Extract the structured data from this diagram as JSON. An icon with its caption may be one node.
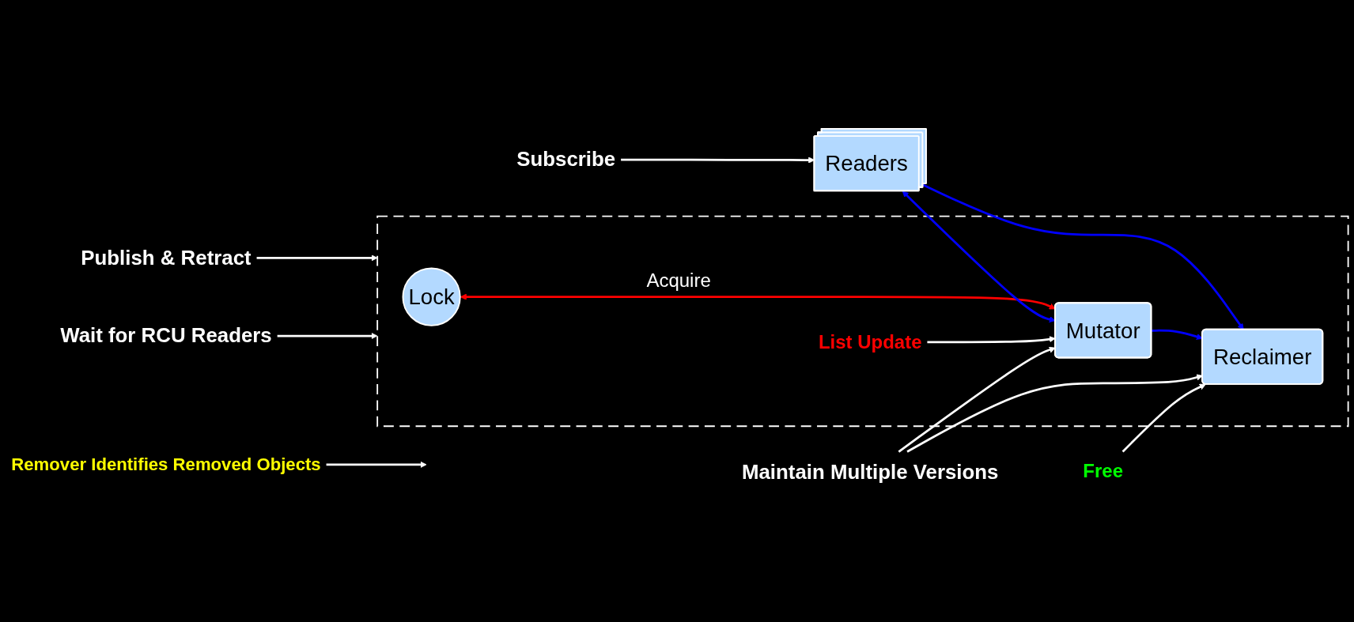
{
  "diagram": {
    "nodes": [
      {
        "text": [],
        "shape": "box"
      },
      {
        "text": [
          "Lock"
        ],
        "in": 0
      },
      {
        "text": [
          "Mutator"
        ],
        "in": 0
      },
      {
        "text": [
          "Reclaimer"
        ],
        "in": 0
      },
      {
        "text": [
          "Readers"
        ]
      },
      {
        "text": [
          "Subscribe"
        ]
      },
      {
        "text": [
          "Publish & Retract"
        ]
      },
      {
        "text": [
          "Wait for RCU Readers"
        ]
      },
      {
        "text": [
          "Remover Identifies Removed Objects"
        ]
      },
      {
        "text": [
          "List Update"
        ],
        "in": 0
      },
      {
        "text": [
          "Maintain Multiple Versions"
        ]
      },
      {
        "text": [
          "Free"
        ]
      }
    ],
    "edges": [
      {
        "from": 1,
        "to": 2,
        "arrow": "both",
        "label": "Acquire",
        "color": "#ff0000"
      },
      {
        "from": 4,
        "to": 2,
        "arrow": "both",
        "color": "#0000ff"
      },
      {
        "from": 4,
        "to": 3,
        "arrow": "to",
        "color": "#0000ff"
      },
      {
        "from": 2,
        "to": 3,
        "arrow": "to",
        "color": "#0000ff"
      },
      {
        "from": 5,
        "to": 4,
        "arrow": "to"
      },
      {
        "from": 6,
        "to": 0,
        "arrow": "to"
      },
      {
        "from": 7,
        "to": 0,
        "arrow": "to"
      },
      {
        "from": 8,
        "to": null,
        "arrow": "to"
      },
      {
        "from": 9,
        "to": 2,
        "arrow": "to"
      },
      {
        "from": 10,
        "to": 2,
        "arrow": "to"
      },
      {
        "from": 10,
        "to": 3,
        "arrow": "to"
      },
      {
        "from": 11,
        "to": 3,
        "arrow": "to"
      }
    ]
  }
}
